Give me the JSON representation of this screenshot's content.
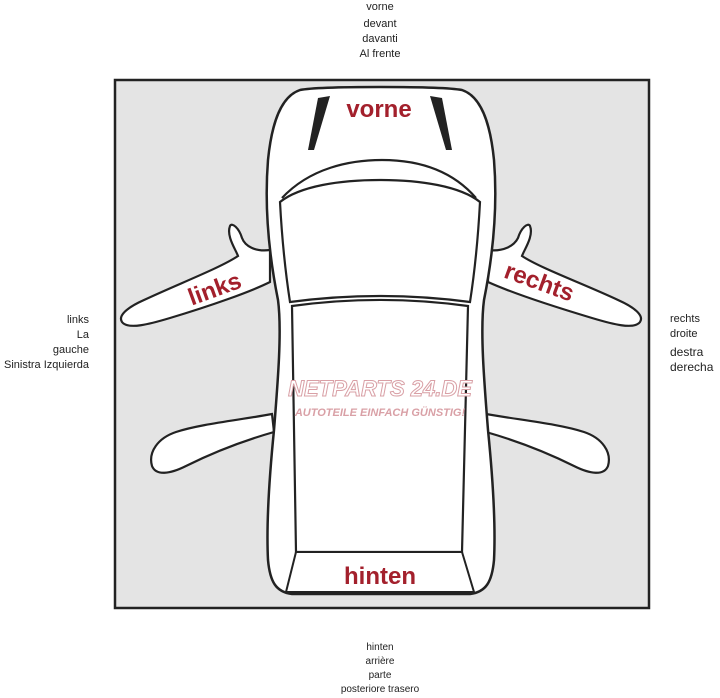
{
  "labels": {
    "top": [
      "vorne",
      "devant",
      "davanti",
      "Al frente"
    ],
    "bottom": [
      "hinten",
      "arrière",
      "parte",
      "posteriore trasero"
    ],
    "left": [
      "links",
      "La",
      "gauche",
      "Sinistra Izquierda"
    ],
    "right": [
      "rechts",
      "droite",
      "destra",
      "derecha"
    ]
  },
  "diagram": {
    "front_label": "vorne",
    "rear_label": "hinten",
    "left_label": "links",
    "right_label": "rechts",
    "watermark_line1": "NETPARTS 24.DE",
    "watermark_line2": "AUTOTEILE EINFACH GÜNSTIG!"
  },
  "colors": {
    "panel_fill": "#e4e4e4",
    "car_fill": "#ffffff",
    "outline": "#222222",
    "label_red": "#a3202c",
    "watermark": "#d9a0a6"
  }
}
